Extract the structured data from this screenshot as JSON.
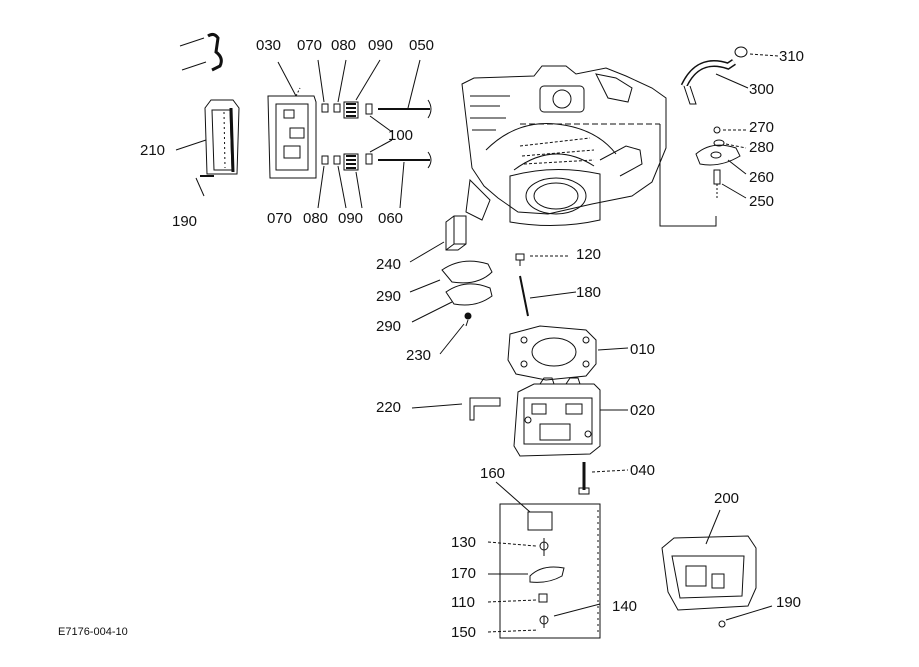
{
  "figure": {
    "reference_code": "E7176-004-10",
    "part_numbers": {
      "p010": "010",
      "p020": "020",
      "p030": "030",
      "p040": "040",
      "p050": "050",
      "p060": "060",
      "p070_top": "070",
      "p070_bottom": "070",
      "p080_top": "080",
      "p080_bottom": "080",
      "p090_top": "090",
      "p090_bottom": "090",
      "p100": "100",
      "p110": "110",
      "p120": "120",
      "p130": "130",
      "p140": "140",
      "p150": "150",
      "p160": "160",
      "p170": "170",
      "p180": "180",
      "p190_left": "190",
      "p190_right": "190",
      "p200": "200",
      "p210": "210",
      "p220": "220",
      "p230": "230",
      "p240": "240",
      "p250": "250",
      "p260": "260",
      "p270": "270",
      "p280": "280",
      "p290_top": "290",
      "p290_bottom": "290",
      "p300": "300",
      "p310": "310"
    }
  }
}
